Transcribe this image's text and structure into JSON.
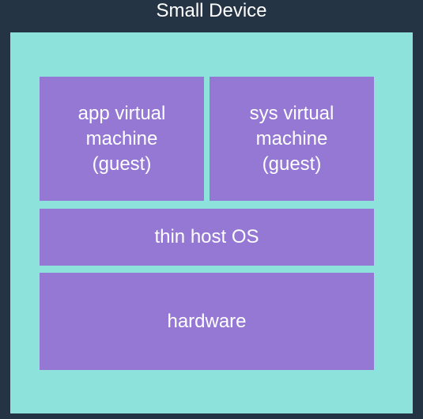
{
  "title": "Small Device",
  "layers": {
    "app_vm": "app virtual\nmachine\n(guest)",
    "sys_vm": "sys virtual\nmachine\n(guest)",
    "host_os": "thin host OS",
    "hardware": "hardware"
  },
  "colors": {
    "background": "#243444",
    "device": "#8de2dc",
    "layer": "#9478d4",
    "text": "#ffffff"
  }
}
